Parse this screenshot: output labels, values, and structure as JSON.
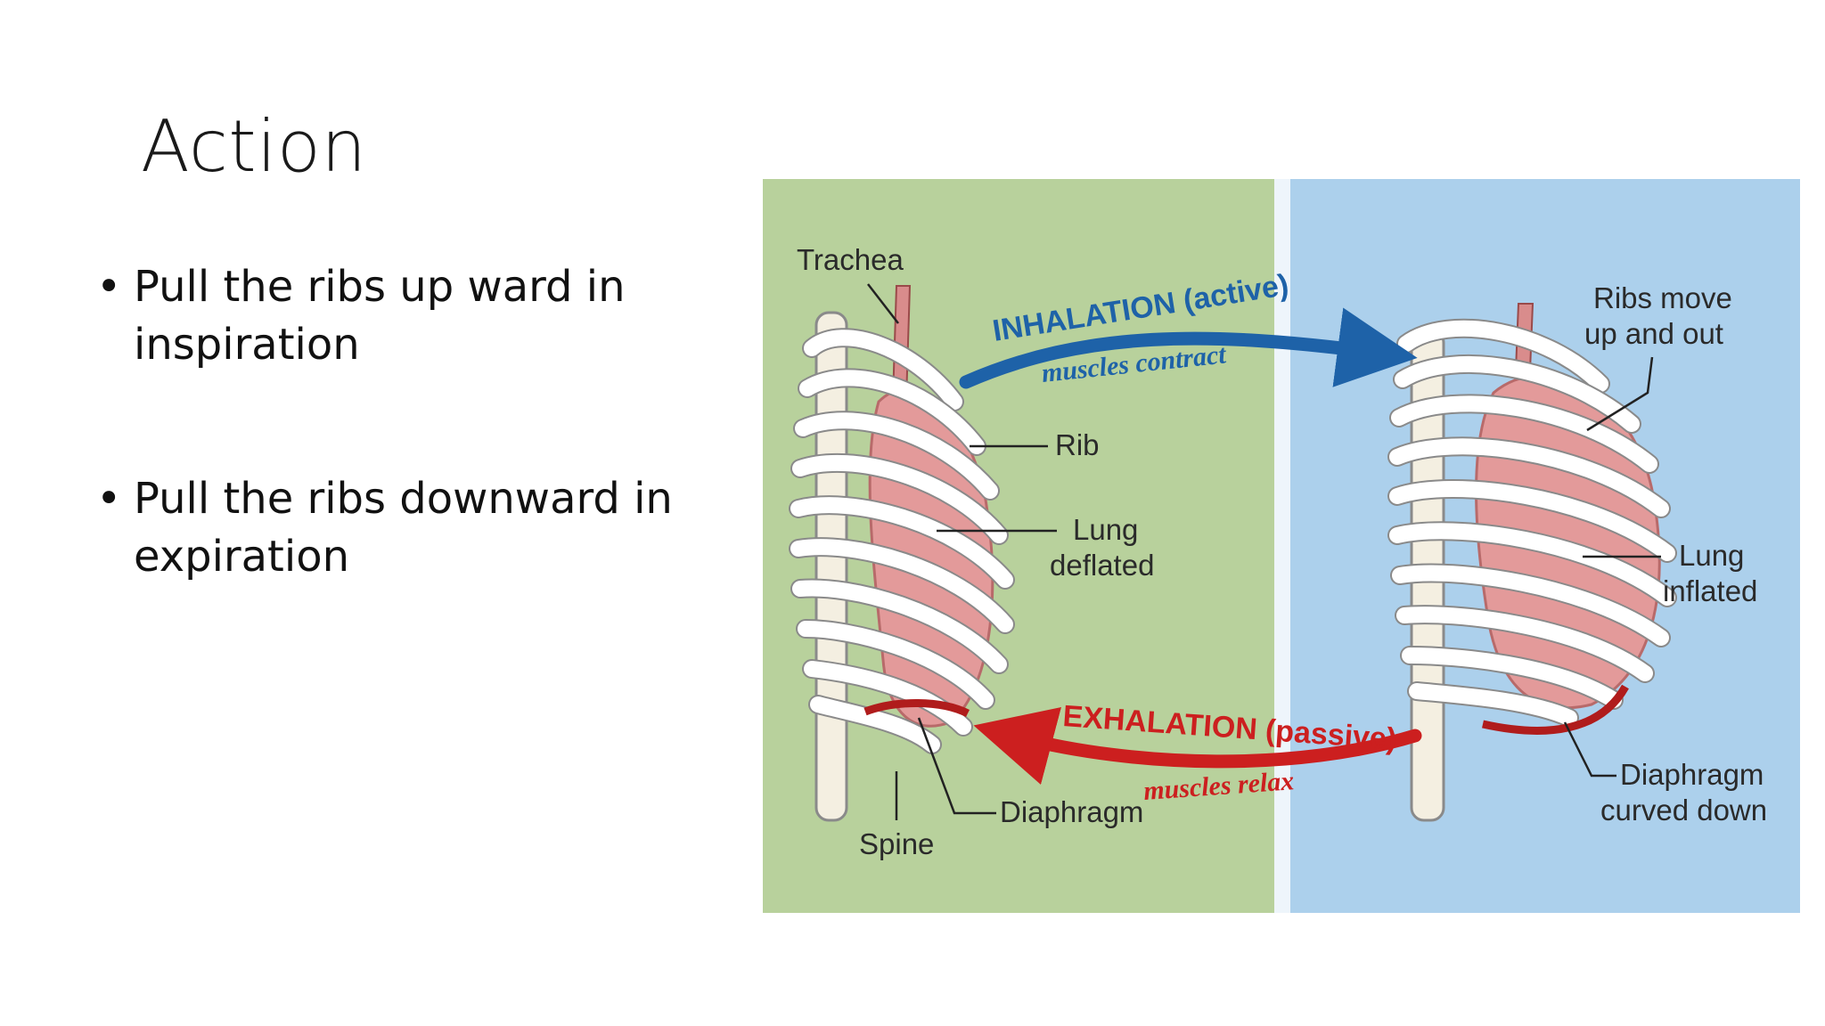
{
  "slide": {
    "title": "Action",
    "bullets": [
      "Pull the ribs up ward in inspiration",
      "Pull the ribs downward in expiration"
    ]
  },
  "figure": {
    "colors": {
      "left_panel": "#b8d19c",
      "right_panel": "#acd0ec",
      "inhalation_arrow": "#1e62a8",
      "exhalation_arrow": "#cc1f1f",
      "lung": "#e39a9a"
    },
    "inhalation": {
      "title": "INHALATION (active)",
      "subtitle": "muscles contract"
    },
    "exhalation": {
      "title": "EXHALATION (passive)",
      "subtitle": "muscles relax"
    },
    "left_labels": {
      "trachea": "Trachea",
      "rib": "Rib",
      "lung_line1": "Lung",
      "lung_line2": "deflated",
      "diaphragm": "Diaphragm",
      "spine": "Spine"
    },
    "right_labels": {
      "ribs_line1": "Ribs move",
      "ribs_line2": "up and out",
      "lung_line1": "Lung",
      "lung_line2": "inflated",
      "diaphragm_line1": "Diaphragm",
      "diaphragm_line2": "curved down"
    }
  }
}
